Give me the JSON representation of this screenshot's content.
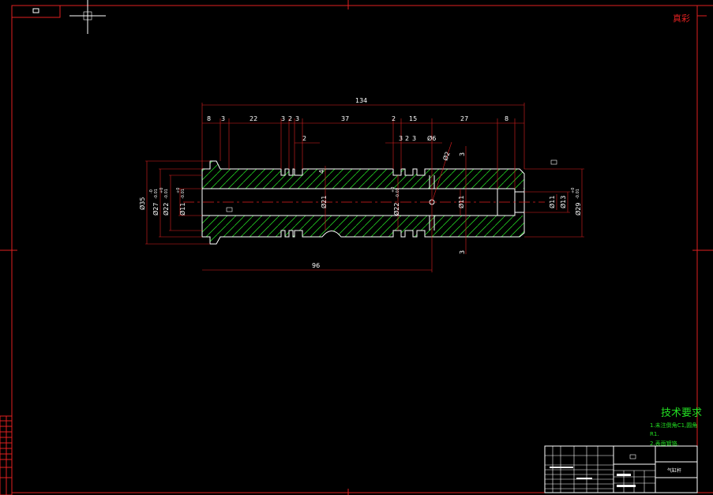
{
  "drawing": {
    "colors": {
      "background": "#000000",
      "frame": "#e02020",
      "outline": "#ffffff",
      "hatch": "#22cc22",
      "text": "#ffffff",
      "notes": "#22dd22"
    },
    "stamp_text": "真彩",
    "top_dimensions": {
      "overall": "134",
      "segments": [
        "8",
        "3",
        "22",
        "3",
        "2",
        "3",
        "37",
        "2",
        "15",
        "27",
        "8"
      ],
      "lower_row": [
        "2",
        "3",
        "2",
        "3",
        "Ø6"
      ],
      "angled": "Ø2",
      "small_top": "3",
      "small_bottom": "3",
      "groove_depth": "4"
    },
    "bottom_dimension": "96",
    "left_diameters": [
      {
        "main": "Ø35",
        "tol_upper": "",
        "tol_lower": ""
      },
      {
        "main": "Ø27",
        "tol_upper": "-0",
        "tol_lower": "-0.01"
      },
      {
        "main": "Ø22",
        "tol_upper": "+0",
        "tol_lower": "-0.01"
      },
      {
        "main": "Ø11",
        "tol_upper": "+0",
        "tol_lower": "-0.01"
      }
    ],
    "mid_diameters": [
      {
        "main": "Ø21",
        "tol_upper": "",
        "tol_lower": ""
      },
      {
        "main": "Ø22",
        "tol_upper": "+0",
        "tol_lower": "-0.01"
      },
      {
        "main": "Ø11",
        "tol_upper": "",
        "tol_lower": ""
      }
    ],
    "right_diameters": [
      {
        "main": "Ø11",
        "tol_upper": "",
        "tol_lower": ""
      },
      {
        "main": "Ø13",
        "tol_upper": "",
        "tol_lower": ""
      },
      {
        "main": "Ø29",
        "tol_upper": "+0",
        "tol_lower": "-0.01"
      }
    ]
  },
  "tech_requirements": {
    "title": "技术要求",
    "lines": [
      "1.未注倒角C1,圆角",
      "R1.",
      "2.表面镀铬."
    ]
  },
  "title_block": {
    "part_name": "气缸杆"
  }
}
